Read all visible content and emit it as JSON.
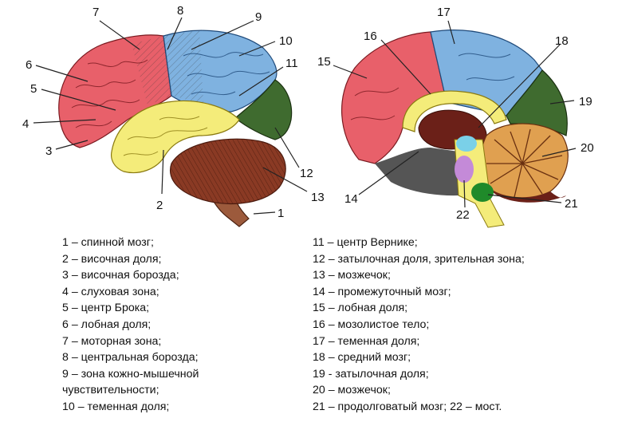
{
  "figure": {
    "labels": {
      "n1": "1",
      "n2": "2",
      "n3": "3",
      "n4": "4",
      "n5": "5",
      "n6": "6",
      "n7": "7",
      "n8": "8",
      "n9": "9",
      "n10": "10",
      "n11": "11",
      "n12": "12",
      "n13": "13",
      "n14": "14",
      "n15": "15",
      "n16": "16",
      "n17": "17",
      "n18": "18",
      "n19": "19",
      "n20": "20",
      "n21": "21",
      "n22": "22"
    },
    "colors": {
      "frontal": "#e8606a",
      "parietal": "#7fb2e0",
      "temporal": "#f4ec7a",
      "occipital": "#3f6b2f",
      "cerebellum": "#8a3a24",
      "brainstem": "#9c5a3c",
      "thalamus": "#6b2018",
      "midbrain": "#7ad0e8",
      "pons": "#c48ad8",
      "medulla": "#1f8a2a",
      "gray": "#555555"
    }
  },
  "legend": {
    "left": [
      "1 – спинной мозг;",
      "2 – височная доля;",
      "3 – височная борозда;",
      "4 – слуховая зона;",
      "5 – центр Брока;",
      "6 – лобная доля;",
      "7 – моторная зона;",
      "8 – центральная борозда;",
      "9 – зона кожно-мышечной",
      "чувствительности;",
      "10 – теменная доля;"
    ],
    "right": [
      "11 – центр Вернике;",
      "12 – затылочная доля, зрительная зона;",
      "13 – мозжечок;",
      "14 – промежуточный мозг;",
      "15 – лобная доля;",
      "16 – мозолистое тело;",
      "17 – теменная доля;",
      "18 – средний мозг;",
      "19 - затылочная доля;",
      "20 – мозжечок;",
      "21 – продолговатый мозг; 22 – мост."
    ]
  }
}
